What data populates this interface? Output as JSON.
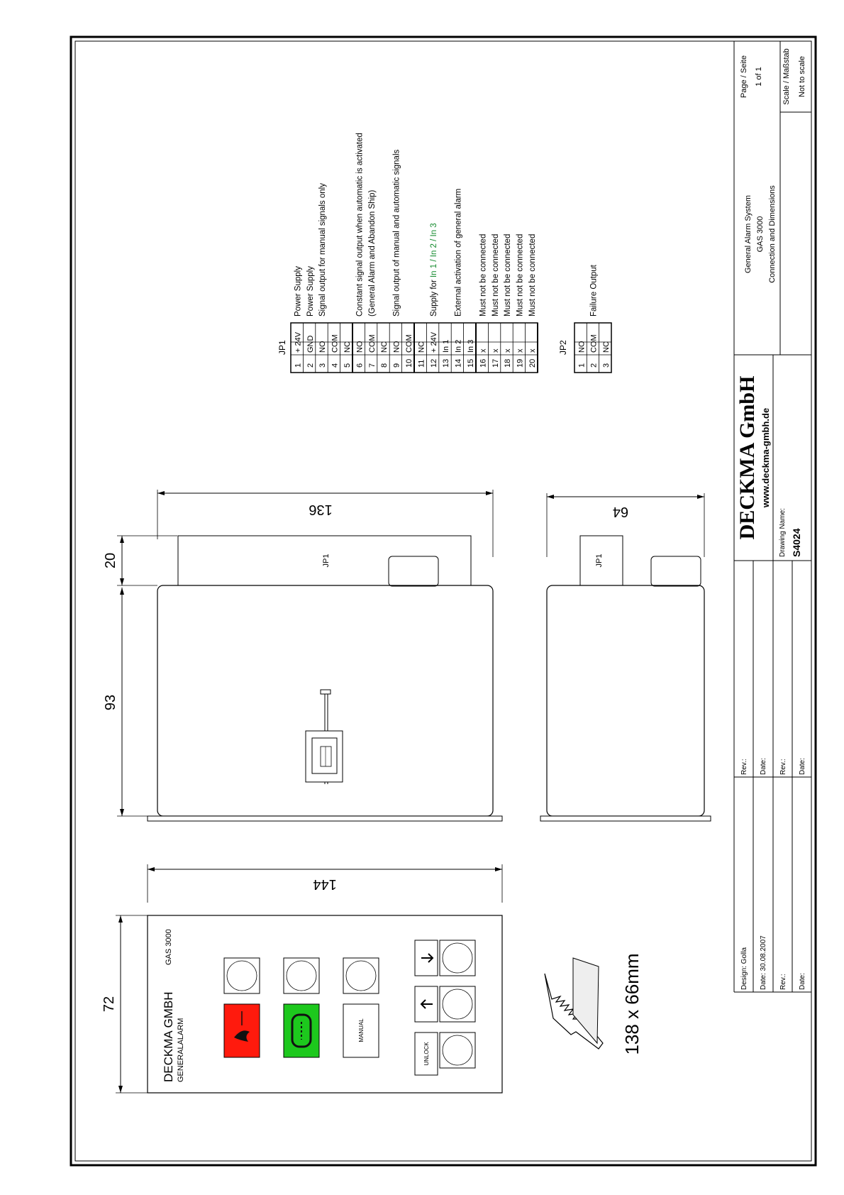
{
  "colors": {
    "red": "#e8190e",
    "blue": "#1a1ad0",
    "green": "#138a2d",
    "alarm_red": "#ff1a0d",
    "alarm_green": "#1dc81d",
    "brand_blue": "#12309a",
    "drawing_red": "#cc1111"
  },
  "title_block": {
    "page_label": "Page / Seite",
    "page_value": "1 of 1",
    "scale_label": "Scale / Maßstab",
    "scale_value": "Not to scale",
    "description": [
      "General Alarm System",
      "GAS 3000",
      "Connection and Dimensions"
    ],
    "brand": "DECKMA GmbH",
    "website": "www.deckma-gmbh.de",
    "drawing_name_label": "Drawing Name:",
    "drawing_name": "S4024",
    "rev_label": "Rev.:",
    "date_label": "Date:",
    "design": "Design: Golla",
    "design_date": "Date:   30.08.2007"
  },
  "jp1": {
    "label": "JP1",
    "rows": [
      {
        "num": "1",
        "sig": "+ 24V",
        "sig_color": "red",
        "desc": "Power Supply"
      },
      {
        "num": "2",
        "sig": "GND",
        "sig_color": "blue",
        "desc": "Power Supply"
      },
      {
        "num": "3",
        "sig": "NO",
        "sig_color": "black",
        "desc": "Signal output for manual signals only"
      },
      {
        "num": "4",
        "sig": "COM",
        "sig_color": "black",
        "desc": ""
      },
      {
        "num": "5",
        "sig": "NC",
        "sig_color": "black",
        "desc": ""
      },
      {
        "num": "6",
        "sig": "NO",
        "sig_color": "black",
        "desc": "Constant signal output when automatic is activated"
      },
      {
        "num": "7",
        "sig": "COM",
        "sig_color": "black",
        "desc": "(General Alarm and Abandon Ship)"
      },
      {
        "num": "8",
        "sig": "NC",
        "sig_color": "black",
        "desc": ""
      },
      {
        "num": "9",
        "sig": "NO",
        "sig_color": "black",
        "desc": "Signal output of manual and automatic signals"
      },
      {
        "num": "10",
        "sig": "COM",
        "sig_color": "black",
        "desc": ""
      },
      {
        "num": "11",
        "sig": "NC",
        "sig_color": "black",
        "desc": ""
      },
      {
        "num": "12",
        "sig": "+ 24V",
        "sig_color": "red",
        "desc": "Supply for ",
        "desc_green": "In 1 / In 2 / In 3"
      },
      {
        "num": "13",
        "sig": "In 1",
        "sig_color": "green",
        "desc": ""
      },
      {
        "num": "14",
        "sig": "In 2",
        "sig_color": "green",
        "desc": "External activation of general alarm"
      },
      {
        "num": "15",
        "sig": "In 3",
        "sig_color": "green",
        "desc": ""
      },
      {
        "num": "16",
        "sig": "x",
        "sig_color": "black",
        "desc": "Must not be connected"
      },
      {
        "num": "17",
        "sig": "x",
        "sig_color": "black",
        "desc": "Must not be connected"
      },
      {
        "num": "18",
        "sig": "x",
        "sig_color": "black",
        "desc": "Must not be connected"
      },
      {
        "num": "19",
        "sig": "x",
        "sig_color": "black",
        "desc": "Must not be connected"
      },
      {
        "num": "20",
        "sig": "x",
        "sig_color": "black",
        "desc": "Must not be connected"
      }
    ]
  },
  "jp2": {
    "label": "JP2",
    "rows": [
      {
        "num": "1",
        "sig": "NO",
        "desc": ""
      },
      {
        "num": "2",
        "sig": "COM",
        "desc": "Failure Output"
      },
      {
        "num": "3",
        "sig": "NC",
        "desc": ""
      }
    ]
  },
  "dimensions": {
    "depth_width": "136",
    "side_depth": "64",
    "connector_height": "20",
    "body_height": "93",
    "front_width": "144",
    "front_height": "72",
    "cutout": "138 x 66mm",
    "connector_label": "JP1"
  },
  "front_panel": {
    "brand": "DECKMA GMBH",
    "subtitle": "GENERALALARM",
    "model": "GAS 3000",
    "manual": "MANUAL",
    "unlock": "UNLOCK"
  }
}
